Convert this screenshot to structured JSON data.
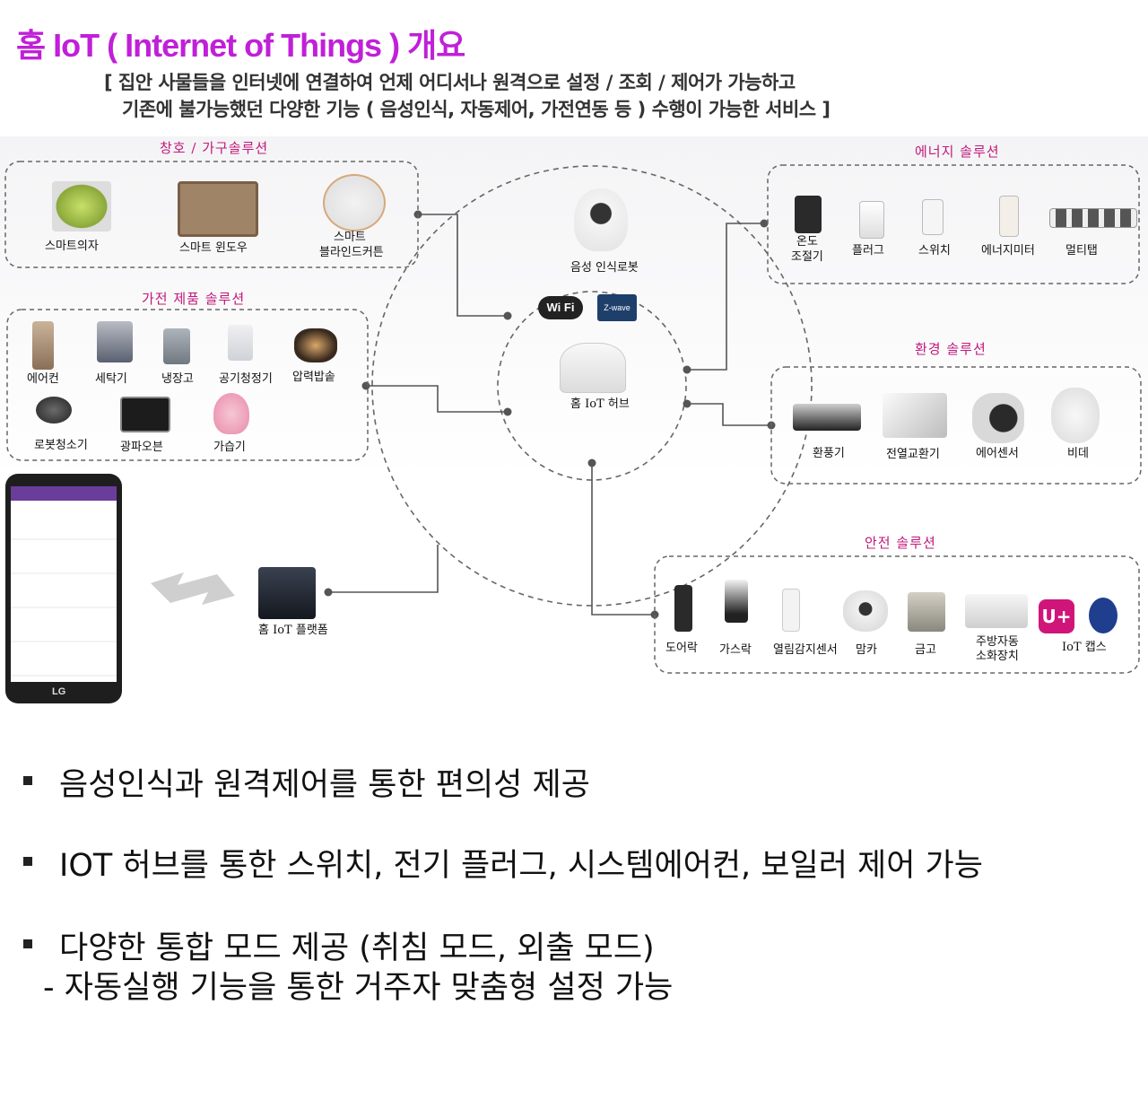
{
  "title": "홈 IoT ( Internet of Things ) 개요",
  "subtitle_line1": "[ 집안 사물들을 인터넷에 연결하여 언제 어디서나 원격으로 설정 / 조회 / 제어가 가능하고",
  "subtitle_line2": "기존에 불가능했던 다양한 기능 ( 음성인식, 자동제어, 가전연동 등 ) 수행이 가능한 서비스 ]",
  "diagram": {
    "furniture": {
      "title": "창호 / 가구솔루션",
      "items": [
        "스마트의자",
        "스마트 윈도우",
        "스마트",
        "블라인드커튼"
      ]
    },
    "appliance": {
      "title": "가전 제품 솔루션",
      "items": [
        "에어컨",
        "세탁기",
        "냉장고",
        "공기청정기",
        "압력밥솥",
        "로봇청소기",
        "광파오븐",
        "가습기"
      ]
    },
    "energy": {
      "title": "에너지 솔루션",
      "items": [
        "온도",
        "조절기",
        "플러그",
        "스위치",
        "에너지미터",
        "멀티탭"
      ]
    },
    "environment": {
      "title": "환경 솔루션",
      "items": [
        "환풍기",
        "전열교환기",
        "에어센서",
        "비데"
      ]
    },
    "safety": {
      "title": "안전 솔루션",
      "items": [
        "도어락",
        "가스락",
        "열림감지센서",
        "맘카",
        "금고",
        "주방자동",
        "소화장치",
        "IoT 캡스"
      ]
    },
    "center": {
      "robot": "음성 인식로봇",
      "wifi": "Wi Fi",
      "zwave": "Z-wave",
      "hub": "홈 IoT 허브"
    },
    "platform": "홈 IoT 플랫폼",
    "phone_brand": "LG"
  },
  "bullets": [
    "음성인식과 원격제어를 통한 편의성 제공",
    "IOT 허브를 통한 스위치, 전기 플러그, 시스템에어컨, 보일러 제어 가능",
    "다양한 통합 모드 제공 (취침 모드, 외출 모드)"
  ],
  "bullet3_sub": "- 자동실행 기능을 통한 거주자 맞춤형 설정 가능",
  "colors": {
    "title": "#c020d8",
    "category": "#c2187a",
    "line": "#555555"
  }
}
